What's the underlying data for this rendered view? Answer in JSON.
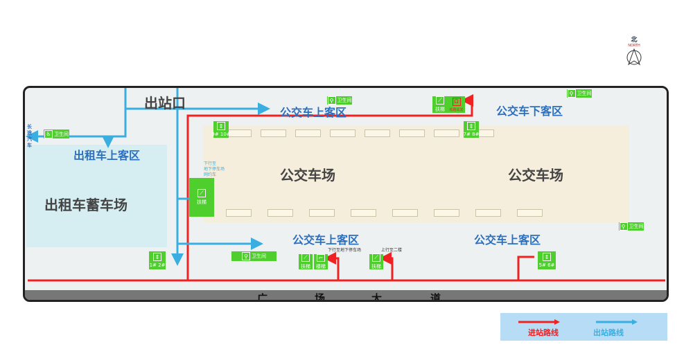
{
  "compass": {
    "label": "北",
    "sub": "NORTH"
  },
  "areas": {
    "exit": "出站口",
    "bus_drop": "公交车下客区",
    "bus_board_n": "公交车上客区",
    "bus_board_s1": "公交车上客区",
    "bus_board_s2": "公交车上客区",
    "bus_yard_w": "公交车场",
    "bus_yard_e": "公交车场",
    "taxi_board": "出租车上客区",
    "taxi_pool": "出租车蓄车场",
    "coach": "长途汽车",
    "road": [
      "广",
      "场",
      "大",
      "道"
    ]
  },
  "facilities": {
    "toilet": "卫生间",
    "escalator": "扶梯",
    "stairs": "楼梯",
    "rail_dep": "铁路出发",
    "elev_9_10": "9# 10#",
    "elev_7_8": "7# 8#",
    "elev_1_2": "1# 2#",
    "elev_5_6": "5# 6#",
    "down_note": "下行至\n地下停车场\n网约车",
    "down_note2": "下行至地下停车场",
    "up_note": "上行至二楼"
  },
  "legend": {
    "in": "进站路线",
    "out": "出站路线",
    "in_color": "#ee2222",
    "out_color": "#3aaee0"
  }
}
